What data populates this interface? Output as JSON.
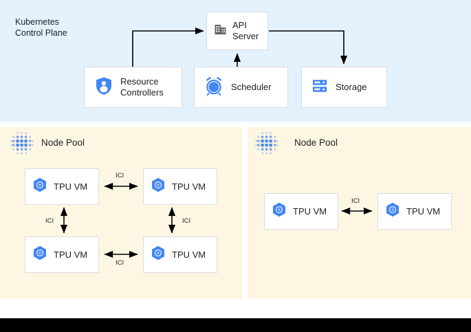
{
  "diagram": {
    "control_plane": {
      "title": "Kubernetes\nControl Plane",
      "background_color": "#E3F2FD",
      "nodes": [
        {
          "id": "api-server",
          "label": "API\nServer",
          "icon": "building-icon",
          "icon_color": "#5F6368"
        },
        {
          "id": "resource-controllers",
          "label": "Resource\nControllers",
          "icon": "shield-user-icon",
          "icon_color": "#4285F4"
        },
        {
          "id": "scheduler",
          "label": "Scheduler",
          "icon": "alarm-clock-icon",
          "icon_color": "#4285F4"
        },
        {
          "id": "storage",
          "label": "Storage",
          "icon": "storage-rack-icon",
          "icon_color": "#4285F4"
        }
      ],
      "edges": [
        {
          "from": "resource-controllers",
          "to": "api-server",
          "direction": "one-way"
        },
        {
          "from": "scheduler",
          "to": "api-server",
          "direction": "one-way"
        },
        {
          "from": "api-server",
          "to": "storage",
          "direction": "one-way"
        }
      ]
    },
    "node_pools": [
      {
        "id": "node-pool-left",
        "title": "Node Pool",
        "background_color": "#FDF6E3",
        "icon": "node-pool-dots-icon",
        "icon_color": "#4285F4",
        "vms": [
          {
            "id": "tpu-vm-1",
            "label": "TPU VM",
            "icon": "gke-hexagon-icon"
          },
          {
            "id": "tpu-vm-2",
            "label": "TPU VM",
            "icon": "gke-hexagon-icon"
          },
          {
            "id": "tpu-vm-3",
            "label": "TPU VM",
            "icon": "gke-hexagon-icon"
          },
          {
            "id": "tpu-vm-4",
            "label": "TPU VM",
            "icon": "gke-hexagon-icon"
          }
        ],
        "links": [
          {
            "label": "ICI",
            "from": "tpu-vm-1",
            "to": "tpu-vm-2",
            "direction": "bidirectional",
            "orientation": "horizontal"
          },
          {
            "label": "ICI",
            "from": "tpu-vm-3",
            "to": "tpu-vm-4",
            "direction": "bidirectional",
            "orientation": "horizontal"
          },
          {
            "label": "ICI",
            "from": "tpu-vm-1",
            "to": "tpu-vm-3",
            "direction": "bidirectional",
            "orientation": "vertical"
          },
          {
            "label": "ICI",
            "from": "tpu-vm-2",
            "to": "tpu-vm-4",
            "direction": "bidirectional",
            "orientation": "vertical"
          }
        ]
      },
      {
        "id": "node-pool-right",
        "title": "Node Pool",
        "background_color": "#FDF6E3",
        "icon": "node-pool-dots-icon",
        "icon_color": "#4285F4",
        "vms": [
          {
            "id": "tpu-vm-5",
            "label": "TPU VM",
            "icon": "gke-hexagon-icon"
          },
          {
            "id": "tpu-vm-6",
            "label": "TPU VM",
            "icon": "gke-hexagon-icon"
          }
        ],
        "links": [
          {
            "label": "ICI",
            "from": "tpu-vm-5",
            "to": "tpu-vm-6",
            "direction": "bidirectional",
            "orientation": "horizontal"
          }
        ]
      }
    ],
    "colors": {
      "control_plane_bg": "#E3F2FD",
      "node_pool_bg": "#FDF6E3",
      "card_bg": "#FFFFFF",
      "card_border": "#DADCE0",
      "accent_blue": "#4285F4",
      "gray_icon": "#5F6368",
      "text": "#202124",
      "arrow": "#000000",
      "bottom_bar": "#000000"
    }
  }
}
